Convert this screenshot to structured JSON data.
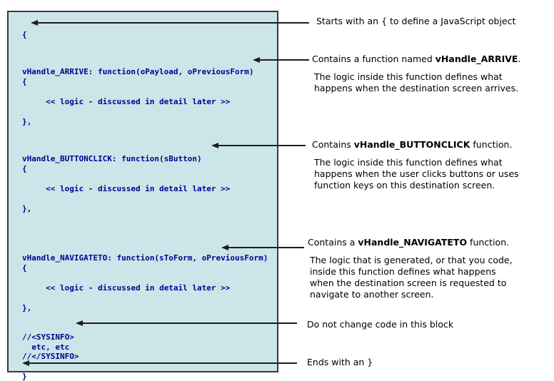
{
  "diagram": {
    "description_colors": {
      "code_box_background": "#cbe5e9",
      "code_box_border": "#3a3a3a",
      "code_text": "#000090",
      "annotation_text": "#000000",
      "arrow_color": "#1c1c1c"
    }
  },
  "code": {
    "open_brace": "{",
    "arrive_block": "vHandle_ARRIVE: function(oPayload, oPreviousForm)\n{\n\n     << logic - discussed in detail later >>\n\n},",
    "buttonclick_block": "vHandle_BUTTONCLICK: function(sButton)\n{\n\n     << logic - discussed in detail later >>\n\n},",
    "navigateto_block": "vHandle_NAVIGATETO: function(sToForm, oPreviousForm)\n{\n\n     << logic - discussed in detail later >>\n\n},",
    "sysinfo_block": "//<SYSINFO>\n  etc, etc\n//</SYSINFO>",
    "close_brace": "}"
  },
  "annotations": [
    {
      "pre": "Starts with an { to define a JavaScript object",
      "bold": "",
      "post": "",
      "body": ""
    },
    {
      "pre": "Contains a function named ",
      "bold": "vHandle_ARRIVE",
      "post": ".",
      "body": "The logic inside this function defines what\nhappens when the destination screen arrives."
    },
    {
      "pre": "Contains ",
      "bold": "vHandle_BUTTONCLICK",
      "post": " function.",
      "body": "The logic inside this function defines what\nhappens when the user clicks buttons or uses\nfunction keys on this destination screen."
    },
    {
      "pre": "Contains a ",
      "bold": "vHandle_NAVIGATETO",
      "post": " function.",
      "body": "The logic that is generated, or that you code,\ninside this function defines what happens\nwhen the destination screen is requested to\nnavigate to another screen."
    },
    {
      "pre": "Do not change code in this block",
      "bold": "",
      "post": "",
      "body": ""
    },
    {
      "pre": "Ends with an }",
      "bold": "",
      "post": "",
      "body": ""
    }
  ]
}
